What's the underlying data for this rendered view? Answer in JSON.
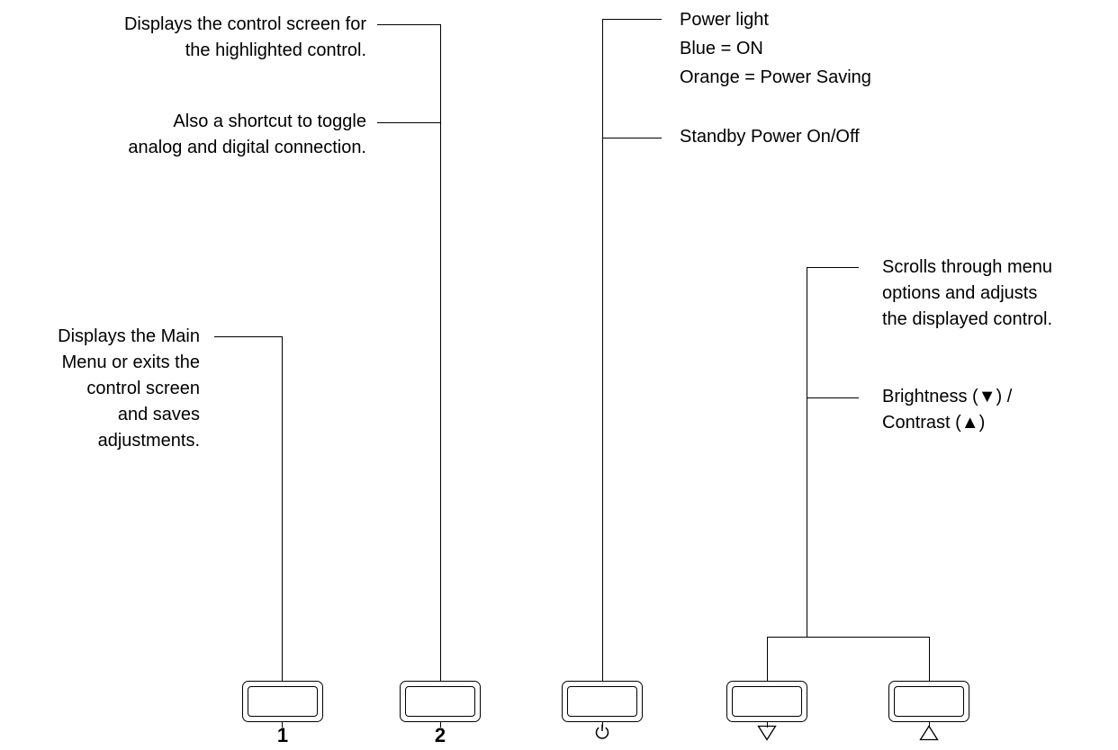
{
  "annotations": {
    "control_screen": [
      "Displays the control screen for",
      "the highlighted control."
    ],
    "shortcut": [
      "Also a shortcut to toggle",
      "analog and digital connection."
    ],
    "main_menu": [
      "Displays the Main",
      "Menu or exits the",
      "control screen",
      "and saves",
      "adjustments."
    ],
    "power_light": [
      "Power light",
      "Blue = ON",
      "Orange = Power Saving"
    ],
    "standby": [
      "Standby Power On/Off"
    ],
    "scrolls": [
      "Scrolls through menu",
      "options and adjusts",
      "the displayed control."
    ],
    "brightness": [
      "Brightness (▼) /",
      "Contrast  (▲)"
    ]
  },
  "buttons": [
    {
      "label": "1"
    },
    {
      "label": "2"
    },
    {
      "icon": "power-icon"
    },
    {
      "icon": "triangle-down-icon"
    },
    {
      "icon": "triangle-up-icon"
    }
  ]
}
